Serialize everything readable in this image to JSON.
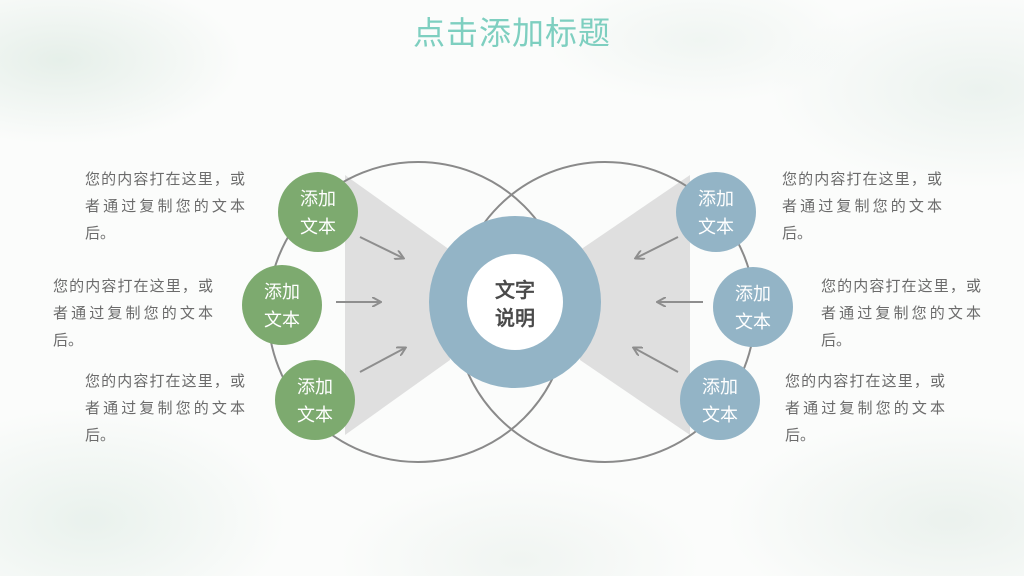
{
  "title": "点击添加标题",
  "colors": {
    "title": "#7ecfc0",
    "green": "#7daa6f",
    "blue": "#93b4c6",
    "arrow": "#8e8e8e",
    "ring": "#8a8a8a",
    "wedge": "#dcdcdc"
  },
  "center": {
    "line1": "文字",
    "line2": "说明"
  },
  "left_nodes": [
    {
      "line1": "添加",
      "line2": "文本",
      "text": "您的内容打在这里，或者通过复制您的文本后。"
    },
    {
      "line1": "添加",
      "line2": "文本",
      "text": "您的内容打在这里，或者通过复制您的文本后。"
    },
    {
      "line1": "添加",
      "line2": "文本",
      "text": "您的内容打在这里，或者通过复制您的文本后。"
    }
  ],
  "right_nodes": [
    {
      "line1": "添加",
      "line2": "文本",
      "text": "您的内容打在这里，或者通过复制您的文本后。"
    },
    {
      "line1": "添加",
      "line2": "文本",
      "text": "您的内容打在这里，或者通过复制您的文本后。"
    },
    {
      "line1": "添加",
      "line2": "文本",
      "text": "您的内容打在这里，或者通过复制您的文本后。"
    }
  ]
}
